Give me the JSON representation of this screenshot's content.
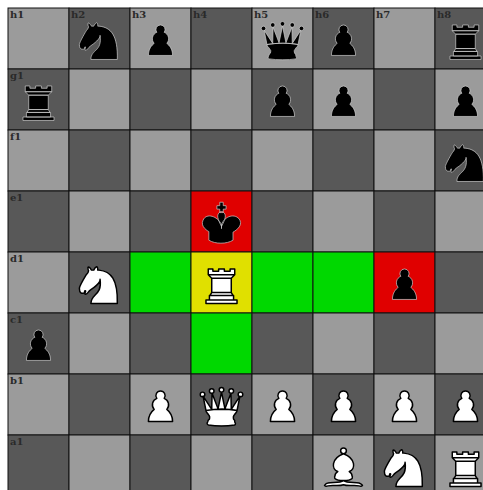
{
  "diagram": {
    "labels": [
      "h1",
      "h2",
      "h3",
      "h4",
      "h5",
      "h6",
      "h7",
      "h8",
      "g1",
      "f1",
      "e1",
      "d1",
      "c1",
      "b1",
      "a1"
    ]
  }
}
